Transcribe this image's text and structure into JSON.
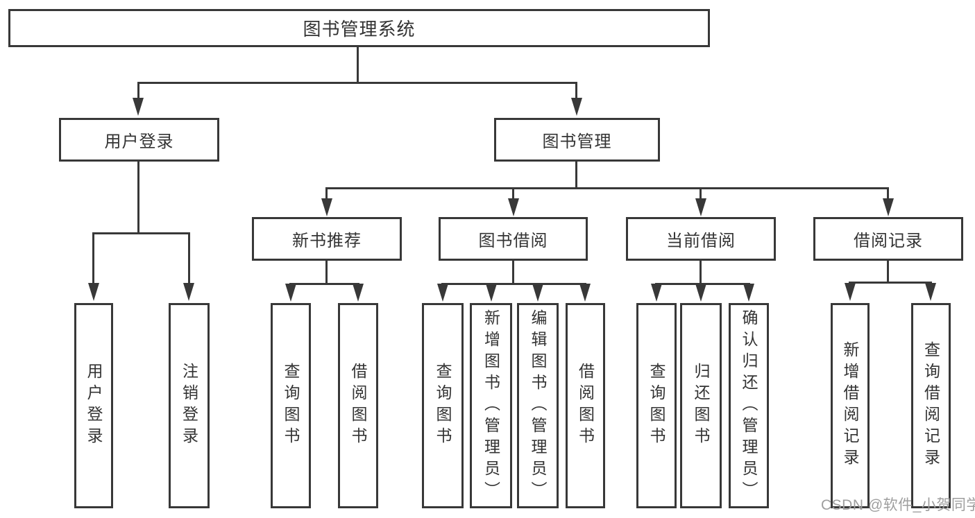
{
  "colors": {
    "line": "#383838",
    "text": "#333333",
    "box_fill": "#ffffff",
    "background": "#ffffff",
    "watermark": "#9e9e9e"
  },
  "watermark": {
    "text": "CSDN @软件_小贺同学"
  },
  "diagram": {
    "type": "tree",
    "root": {
      "label": "图书管理系统",
      "children": [
        {
          "label": "用户登录",
          "children": [
            {
              "label": "用户登录"
            },
            {
              "label": "注销登录"
            }
          ]
        },
        {
          "label": "图书管理",
          "children": [
            {
              "label": "新书推荐",
              "children": [
                {
                  "label": "查询图书"
                },
                {
                  "label": "借阅图书"
                }
              ]
            },
            {
              "label": "图书借阅",
              "children": [
                {
                  "label": "查询图书"
                },
                {
                  "label": "新增图书（管理员）"
                },
                {
                  "label": "编辑图书（管理员）"
                },
                {
                  "label": "借阅图书"
                }
              ]
            },
            {
              "label": "当前借阅",
              "children": [
                {
                  "label": "查询图书"
                },
                {
                  "label": "归还图书"
                },
                {
                  "label": "确认归还（管理员）"
                }
              ]
            },
            {
              "label": "借阅记录",
              "children": [
                {
                  "label": "新增借阅记录"
                },
                {
                  "label": "查询借阅记录"
                }
              ]
            }
          ]
        }
      ]
    }
  }
}
